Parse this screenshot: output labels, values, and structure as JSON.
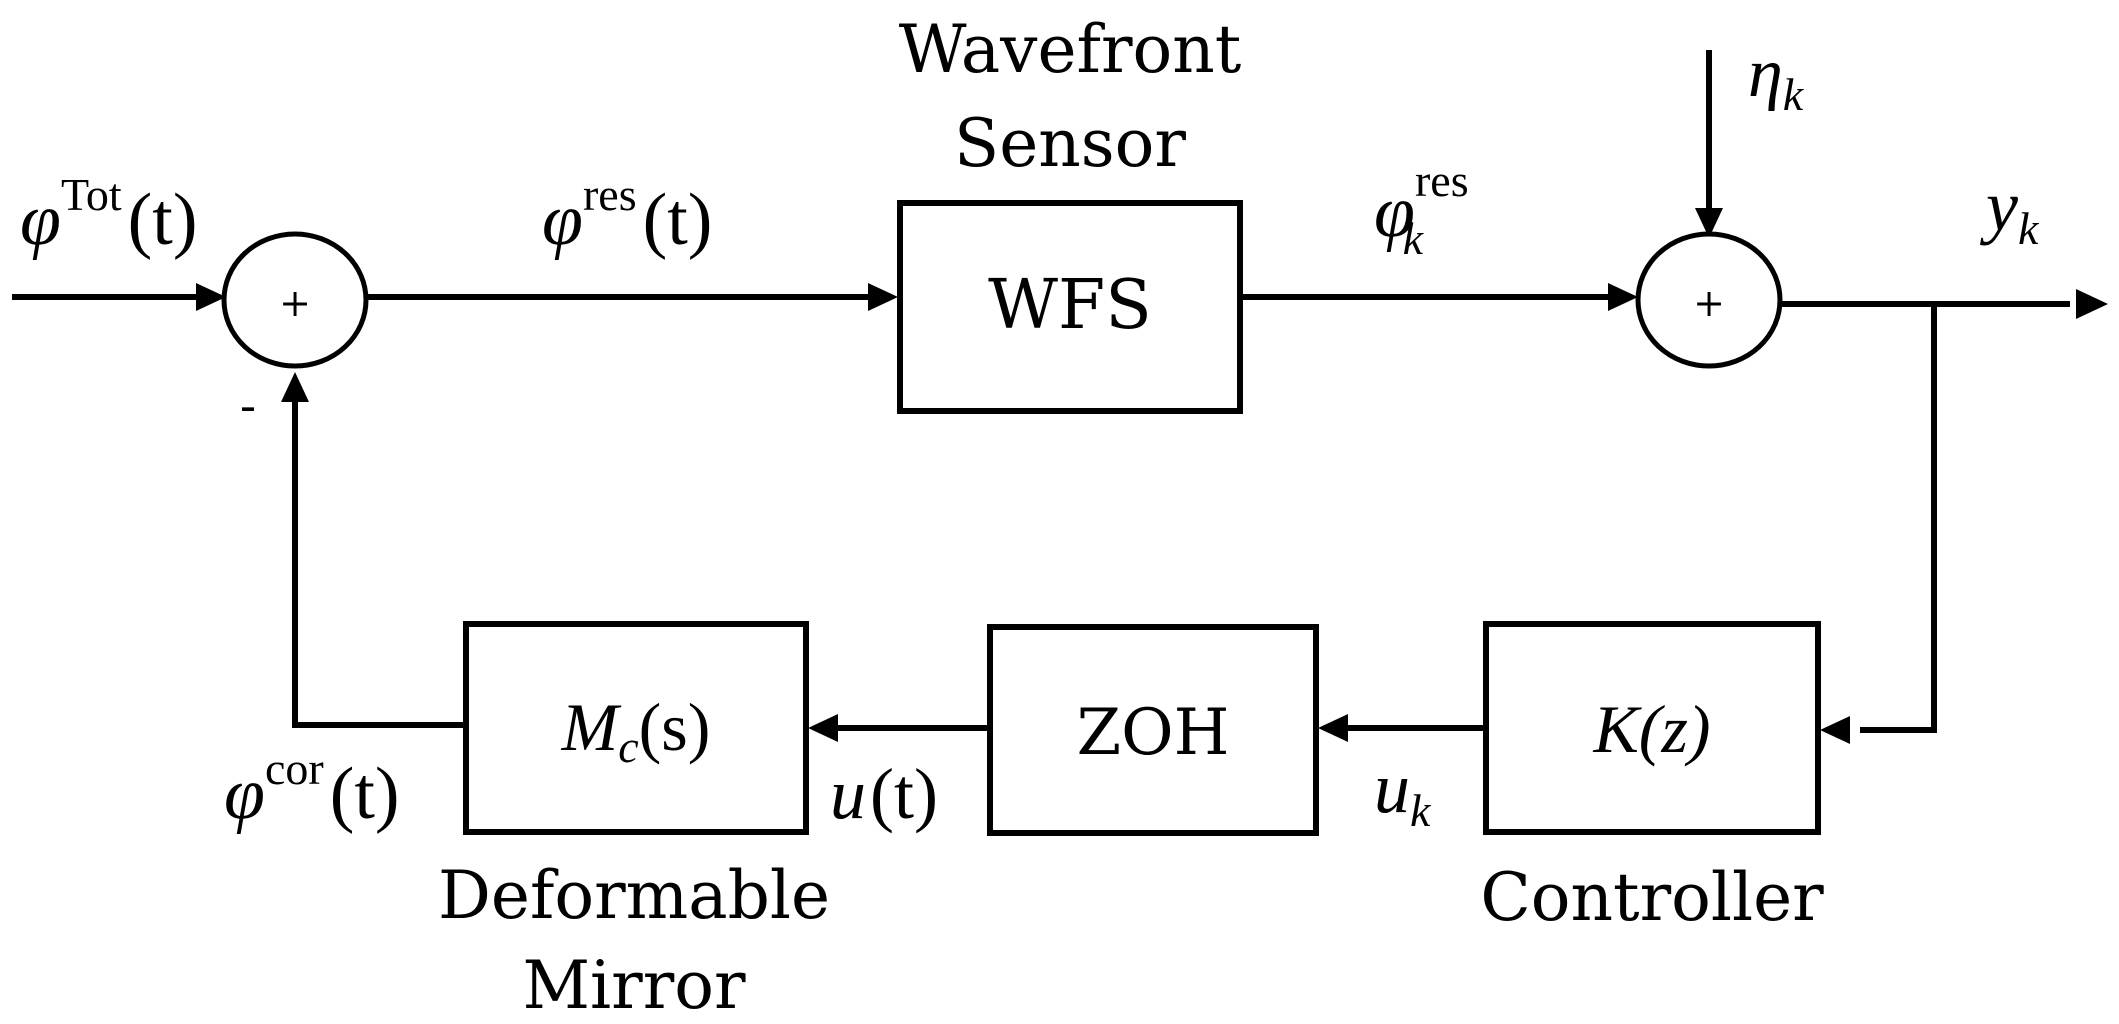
{
  "blocks": {
    "wfs": {
      "label": "WFS",
      "caption_line1": "Wavefront",
      "caption_line2": "Sensor"
    },
    "dm": {
      "label_main": "M",
      "label_sub": "c",
      "label_arg": "(s)",
      "caption_line1": "Deformable",
      "caption_line2": "Mirror"
    },
    "zoh": {
      "label": "ZOH"
    },
    "controller": {
      "label": "K(z)",
      "caption": "Controller"
    }
  },
  "junctions": {
    "sum1": {
      "sign_top": "+",
      "sign_bottom": "-"
    },
    "sum2": {
      "sign": "+"
    }
  },
  "signals": {
    "phi_tot": {
      "base": "φ",
      "sup": "Tot",
      "arg": "(t)"
    },
    "phi_res": {
      "base": "φ",
      "sup": "res",
      "arg": "(t)"
    },
    "phi_res_k": {
      "base": "φ",
      "sub": "k",
      "sup": "res"
    },
    "eta_k": {
      "base": "η",
      "sub": "k"
    },
    "y_k": {
      "base": "y",
      "sub": "k"
    },
    "u_k": {
      "base": "u",
      "sub": "k"
    },
    "u_t": {
      "base": "u",
      "arg": "(t)"
    },
    "phi_cor": {
      "base": "φ",
      "sup": "cor",
      "arg": "(t)"
    }
  }
}
